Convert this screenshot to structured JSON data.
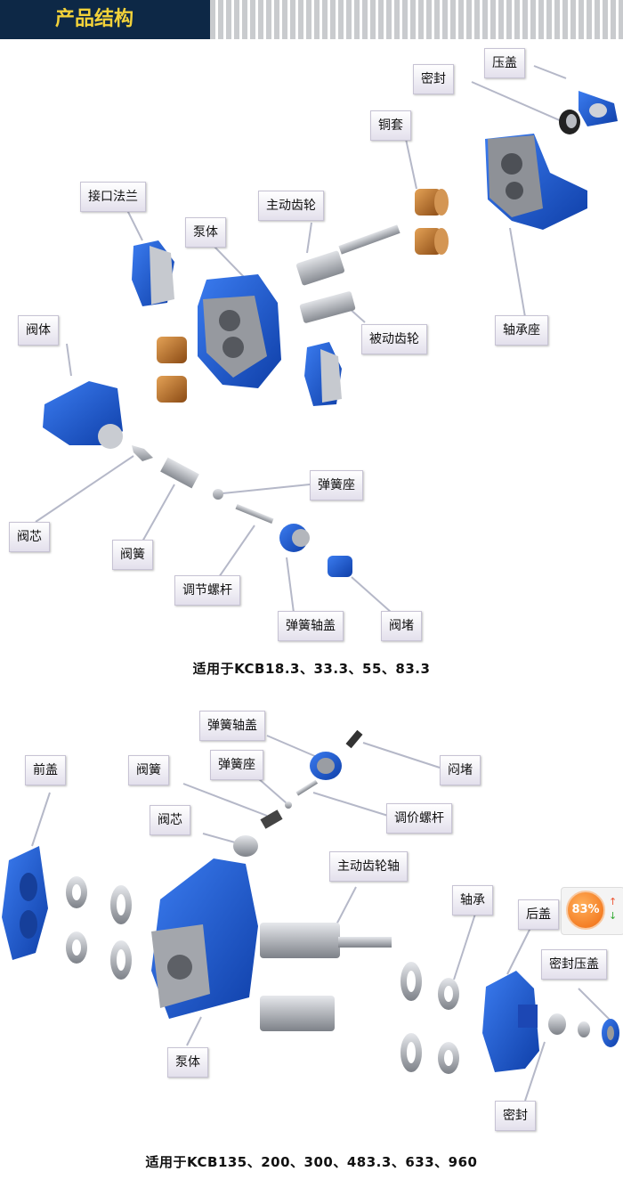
{
  "header": {
    "title": "产品结构"
  },
  "section1": {
    "caption": "适用于KCB18.3、33.3、55、83.3",
    "labels": {
      "yagai": "压盖",
      "mifeng": "密封",
      "tongtao": "铜套",
      "jiekou": "接口法兰",
      "zhudong": "主动齿轮",
      "bengti": "泵体",
      "fati": "阀体",
      "beidong": "被动齿轮",
      "zhouchengzuo": "轴承座",
      "tanhuangzuo": "弹簧座",
      "faxin": "阀芯",
      "fahuang": "阀簧",
      "tiaojie": "调节螺杆",
      "tanhuangzhougai": "弹簧轴盖",
      "fadu": "阀堵"
    }
  },
  "section2": {
    "caption": "适用于KCB135、200、300、483.3、633、960",
    "labels": {
      "tanhuangzhougai": "弹簧轴盖",
      "mendu": "闷堵",
      "qiangai": "前盖",
      "fahuang": "阀簧",
      "tanhuangzuo": "弹簧座",
      "tiaojia": "调价螺杆",
      "faxin": "阀芯",
      "zhudonglunzhou": "主动齿轮轴",
      "zhoucheng": "轴承",
      "hougai": "后盖",
      "mifengyagai": "密封压盖",
      "bengti": "泵体",
      "mifeng": "密封"
    }
  },
  "badge": {
    "value": "83%"
  },
  "colors": {
    "blue": "#1e5bd0",
    "header": "#0d2846",
    "title": "#f2d23a",
    "bronze": "#b8722a",
    "steel": "#a9adb3"
  }
}
